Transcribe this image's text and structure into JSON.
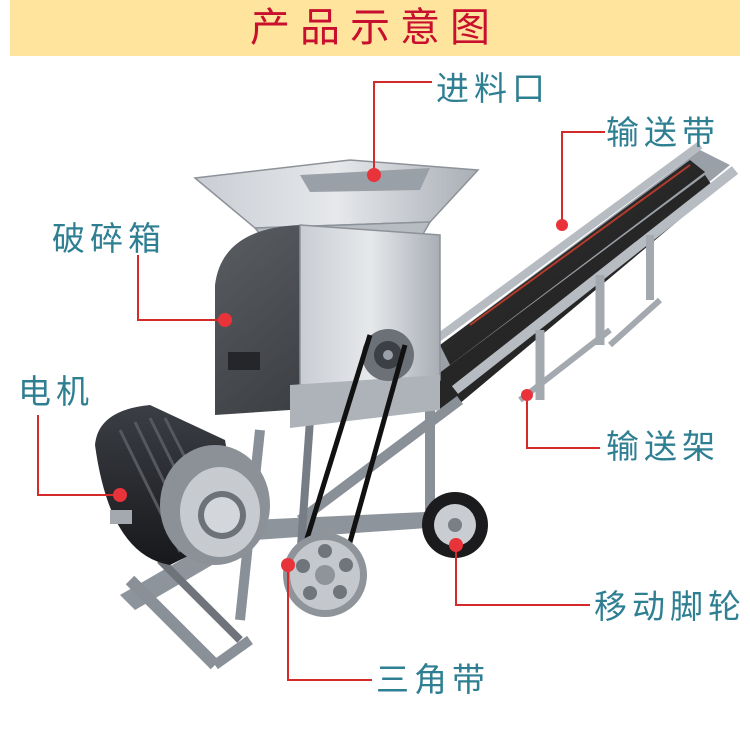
{
  "title": "产品示意图",
  "labels": {
    "hopper": "进料口",
    "belt": "输送带",
    "crusher": "破碎箱",
    "motor": "电机",
    "frame": "输送架",
    "wheels": "移动脚轮",
    "vbelt": "三角带"
  },
  "colors": {
    "title_bg": "#ffe49d",
    "title_text": "#c8102e",
    "label_text": "#2f7f93",
    "leader_line": "#d42a2a",
    "leader_dot": "#e8333a"
  }
}
